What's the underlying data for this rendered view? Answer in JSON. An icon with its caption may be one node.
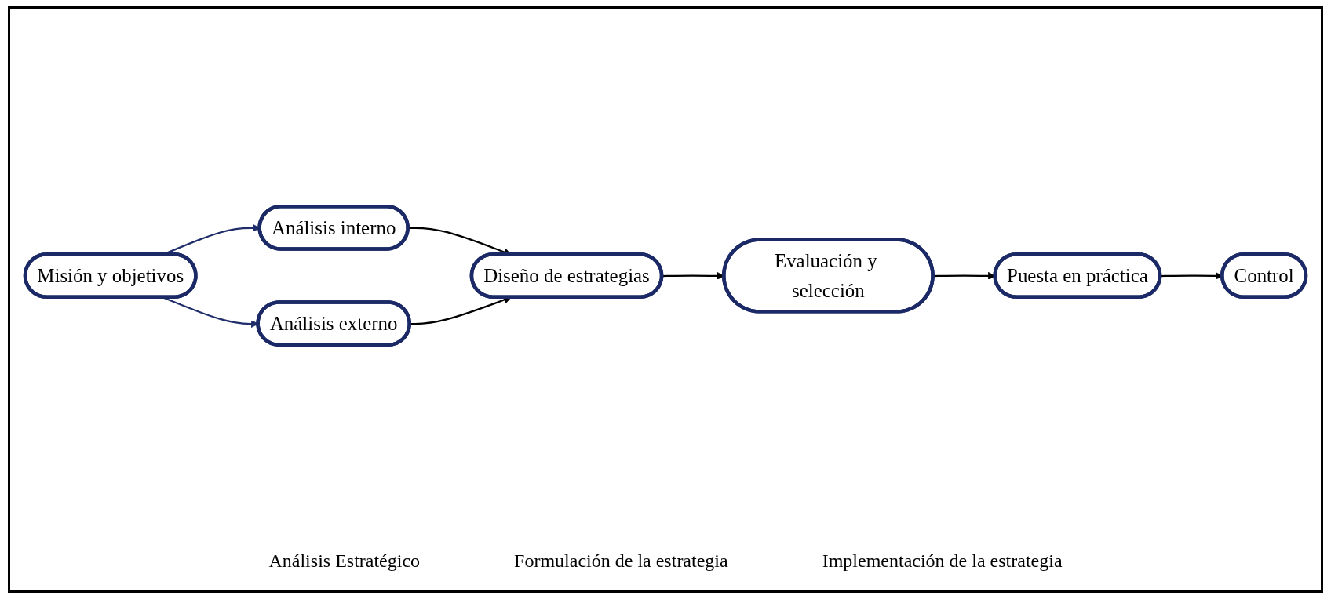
{
  "diagram": {
    "nodes": [
      {
        "text": [
          "Misión y objetivos"
        ]
      },
      {
        "text": [
          "Análisis interno"
        ]
      },
      {
        "text": [
          "Análisis externo"
        ]
      },
      {
        "text": [
          "Diseño de estrategias"
        ]
      },
      {
        "text": [
          "Evaluación y selección"
        ]
      },
      {
        "text": [
          "Puesta en práctica"
        ]
      },
      {
        "text": [
          "Control"
        ]
      }
    ],
    "edges": [
      {
        "from": 0,
        "to": 1,
        "arrow": "to",
        "color": "#1f2d6b"
      },
      {
        "from": 0,
        "to": 2,
        "arrow": "to",
        "color": "#1f2d6b"
      },
      {
        "from": 1,
        "to": 3,
        "arrow": "to"
      },
      {
        "from": 2,
        "to": 3,
        "arrow": "to"
      },
      {
        "from": 3,
        "to": 4,
        "arrow": "to"
      },
      {
        "from": 4,
        "to": 5,
        "arrow": "to"
      },
      {
        "from": 5,
        "to": 6,
        "arrow": "to"
      }
    ],
    "labels": [
      "Análisis Estratégico",
      "Formulación de la estrategia",
      "Implementación de la estrategia"
    ]
  }
}
